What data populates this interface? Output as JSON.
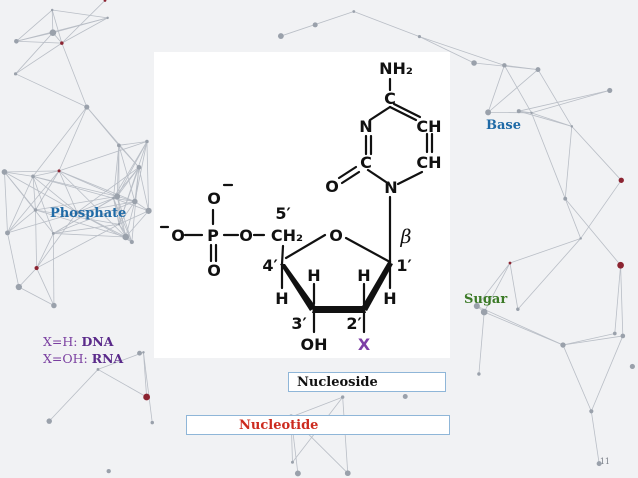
{
  "colors": {
    "label_blue": "#1f6aa6",
    "label_green": "#3b7a26",
    "ring_x_purple": "#7d3fa6",
    "nucleotide_red": "#cc2a1e"
  },
  "molecule": {
    "nh2": "NH₂",
    "c_top": "C",
    "n3": "N",
    "ch5": "CH",
    "ch6": "CH",
    "c2": "C",
    "o_keto": "O",
    "n1": "N",
    "beta": "β",
    "o_minus_top": "O",
    "o_left": "O",
    "p": "P",
    "o_bridge": "O",
    "ch2": "CH₂",
    "o_bottom": "O",
    "five_prime": "5′",
    "o_ring": "O",
    "four_prime": "4′",
    "one_prime": "1′",
    "h_upper_left": "H",
    "h_upper_right": "H",
    "h_lower_left": "H",
    "h_lower_right": "H",
    "three_prime": "3′",
    "two_prime": "2′",
    "oh": "OH",
    "x": "X"
  },
  "labels": {
    "base": "Base",
    "phosphate": "Phosphate",
    "sugar": "Sugar",
    "x_h_prefix": "X=H: ",
    "x_h_value": "DNA",
    "x_oh_prefix": "X=OH: ",
    "x_oh_value": "RNA",
    "nucleoside": "Nucleoside",
    "nucleotide": "Nucleotide"
  },
  "page_number": "11"
}
